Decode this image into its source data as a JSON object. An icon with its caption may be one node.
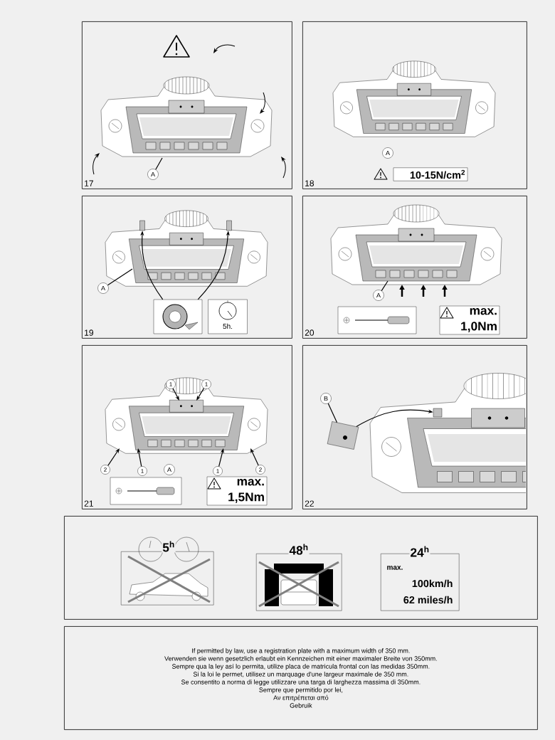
{
  "diagram": {
    "nodes": [
      {
        "text": [
          "17"
        ]
      },
      {
        "text": [
          "A"
        ],
        "in": 0
      },
      {
        "text": [
          "18"
        ]
      },
      {
        "text": [
          "A"
        ],
        "in": 2
      },
      {
        "text": [
          "10-15N/cm$^{2}$"
        ],
        "in": 2
      },
      {
        "text": [
          "19"
        ]
      },
      {
        "text": [
          "A"
        ],
        "in": 5
      },
      {
        "text": [],
        "shape": "box",
        "in": 5
      },
      {
        "text": [
          "5h."
        ],
        "in": 5
      },
      {
        "text": [
          "20"
        ]
      },
      {
        "text": [
          "A"
        ],
        "in": 9
      },
      {
        "text": [],
        "shape": "box",
        "in": 9
      },
      {
        "text": [
          "max. 1,0Nm"
        ],
        "in": 9
      },
      {
        "text": [
          "21"
        ]
      },
      {
        "text": [
          "A"
        ],
        "in": 13
      },
      {
        "text": [],
        "shape": "box",
        "in": 13
      },
      {
        "text": [
          "max. 1,5Nm"
        ],
        "in": 13
      },
      {
        "text": [
          "22"
        ]
      },
      {
        "text": [
          "B"
        ],
        "in": 17
      },
      {
        "text": [],
        "shape": "picture",
        "in": 17
      },
      {
        "text": [],
        "shape": "box"
      },
      {
        "text": [
          "5$^{h}$"
        ],
        "in": 20
      },
      {
        "text": [
          "48$^{h}$"
        ],
        "in": 20
      },
      {
        "text": [
          "24$^{h}$",
          "max.",
          "100km/h",
          "62 miles/h"
        ],
        "in": 20
      },
      {
        "text": [
          "If permitted by law, use a registration plate with a maximum width of 350 mm.",
          "Verwenden sie wenn gesetzlich erlaubt ein Kennzeichen mit einer maximaler Breite von 350mm.",
          "Sempre qua la ley así lo permita, utilize placa de matricula frontal con las medidas 350mm.",
          "Si la loi le permet, utilisez un marquage d'une largeur maximale de 350 mm.",
          "Se consentito a norma di legge utilizzare una targa di larghezza massima di 350mm.",
          "Sempre que permitido por lei,",
          "Αν επιτρέπεται από",
          "Gebruik"
        ]
      },
      {
        "text": [
          "1"
        ],
        "in": 13
      },
      {
        "text": [
          "1"
        ],
        "in": 13
      },
      {
        "text": [
          "2"
        ],
        "in": 13
      },
      {
        "text": [
          "1"
        ],
        "in": 13
      },
      {
        "text": [
          "1"
        ],
        "in": 13
      },
      {
        "text": [
          "2"
        ],
        "in": 13
      },
      {
        "text": [],
        "shape": "box",
        "in": 5
      },
      {
        "text": [],
        "shape": "box",
        "in": 5
      },
      {
        "text": [],
        "shape": "box",
        "in": 17
      }
    ],
    "edges": [
      {
        "from": 1,
        "to": null,
        "arrow": "none"
      },
      {
        "from": 6,
        "to": null,
        "arrow": "none"
      },
      {
        "from": 10,
        "to": null,
        "arrow": "none"
      },
      {
        "from": 7,
        "to": 31,
        "arrow": "to"
      },
      {
        "from": 7,
        "to": 32,
        "arrow": "to"
      },
      {
        "from": 18,
        "to": 19,
        "arrow": "none"
      },
      {
        "from": 19,
        "to": 33,
        "arrow": "to"
      },
      {
        "from": 25,
        "to": null,
        "arrow": "to"
      },
      {
        "from": 26,
        "to": null,
        "arrow": "to"
      },
      {
        "from": 27,
        "to": null,
        "arrow": "to"
      },
      {
        "from": 28,
        "to": null,
        "arrow": "to"
      },
      {
        "from": 29,
        "to": null,
        "arrow": "to"
      },
      {
        "from": 30,
        "to": null,
        "arrow": "to"
      }
    ]
  }
}
